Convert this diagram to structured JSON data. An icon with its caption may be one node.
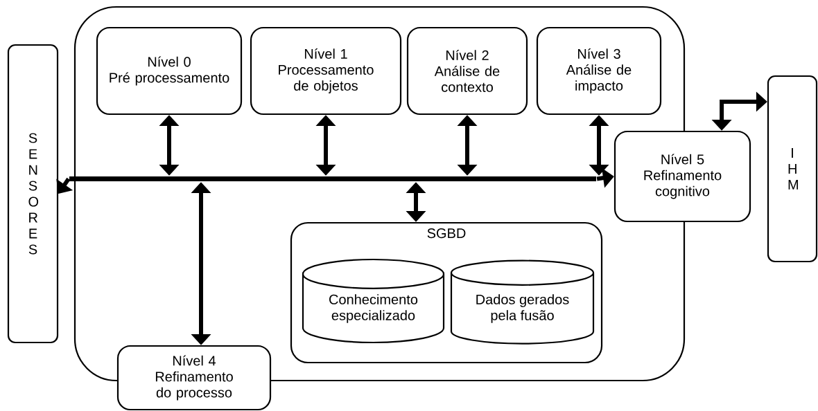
{
  "diagram": {
    "nodes": [
      {
        "text": [],
        "shape": "box"
      },
      {
        "text": [
          "S E N S O R E S"
        ]
      },
      {
        "text": [
          "Nível 0",
          "Pré processamento"
        ],
        "in": 0
      },
      {
        "text": [
          "Nível 1",
          "Processamento de objetos"
        ],
        "in": 0
      },
      {
        "text": [
          "Nível 2",
          "Análise de contexto"
        ],
        "in": 0
      },
      {
        "text": [
          "Nível 3",
          "Análise de impacto"
        ],
        "in": 0
      },
      {
        "text": [
          "Nível 5",
          "Refinamento cognitivo"
        ]
      },
      {
        "text": [
          "I H M"
        ]
      },
      {
        "text": [],
        "shape": "bar",
        "in": 0
      },
      {
        "text": [
          "SGBD"
        ],
        "in": 0
      },
      {
        "text": [
          "Conhecimento especializado"
        ],
        "in": 9
      },
      {
        "text": [
          "Dados gerados pela fusão"
        ],
        "in": 9
      },
      {
        "text": [
          "Nível 4",
          "Refinamento do processo"
        ]
      }
    ],
    "edges": [
      {
        "from": 8,
        "to": 1,
        "arrow": "to"
      },
      {
        "from": 8,
        "to": 6,
        "arrow": "to"
      },
      {
        "from": 8,
        "to": 2,
        "arrow": "both"
      },
      {
        "from": 8,
        "to": 3,
        "arrow": "both"
      },
      {
        "from": 8,
        "to": 4,
        "arrow": "both"
      },
      {
        "from": 8,
        "to": 5,
        "arrow": "both"
      },
      {
        "from": 8,
        "to": 9,
        "arrow": "both"
      },
      {
        "from": 8,
        "to": 12,
        "arrow": "both"
      },
      {
        "from": 6,
        "to": 7,
        "arrow": "both"
      }
    ]
  }
}
